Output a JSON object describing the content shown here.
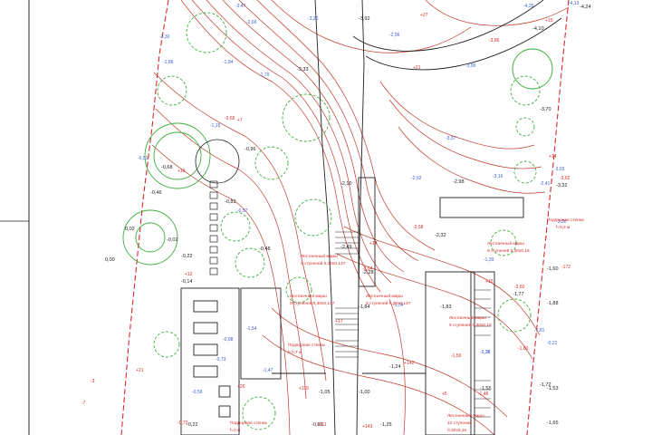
{
  "colors": {
    "contour": "#c0392b",
    "tree": "#3fae3f",
    "level_black": "#1a1a1a",
    "level_blue": "#3c5fd0",
    "level_red": "#d42a2a",
    "boundary": "#d42a2a",
    "structure": "#222222"
  },
  "levels_black": [
    {
      "t": "-4,24"
    },
    {
      "t": "-4,10"
    },
    {
      "t": "-3,92"
    },
    {
      "t": "-3,33"
    },
    {
      "t": "-3,70"
    },
    {
      "t": "-3,32"
    },
    {
      "t": "-2,98"
    },
    {
      "t": "-2,32"
    },
    {
      "t": "-2,10"
    },
    {
      "t": "-2,49"
    },
    {
      "t": "-2,28"
    },
    {
      "t": "-1,84"
    },
    {
      "t": "-1,83"
    },
    {
      "t": "-1,77"
    },
    {
      "t": "-1,60"
    },
    {
      "t": "-1,53"
    },
    {
      "t": "-1,55"
    },
    {
      "t": "-1,65"
    },
    {
      "t": "-1,72"
    },
    {
      "t": "-0,96"
    },
    {
      "t": "-0,68"
    },
    {
      "t": "-0,46"
    },
    {
      "t": "-0,83"
    },
    {
      "t": "-0,48"
    },
    {
      "t": "-0,22"
    },
    {
      "t": "-0,14"
    },
    {
      "t": "-0,02"
    },
    {
      "t": "0,02"
    },
    {
      "t": "0,00"
    },
    {
      "t": "-1,05"
    },
    {
      "t": "-1,00"
    },
    {
      "t": "-1,24"
    },
    {
      "t": "-1,25"
    },
    {
      "t": "-0,22"
    },
    {
      "t": "-0,96"
    },
    {
      "t": "-1,88"
    }
  ],
  "levels_blue": [
    {
      "t": "-4,13"
    },
    {
      "t": "-4,25"
    },
    {
      "t": "-3,90"
    },
    {
      "t": "-3,37"
    },
    {
      "t": "-3,47"
    },
    {
      "t": "-3,26"
    },
    {
      "t": "-2,96"
    },
    {
      "t": "-2,66"
    },
    {
      "t": "-2,30"
    },
    {
      "t": "-1,86"
    },
    {
      "t": "-1,70"
    },
    {
      "t": "-1,84"
    },
    {
      "t": "-1,15"
    },
    {
      "t": "-0,51"
    },
    {
      "t": "-0,57"
    },
    {
      "t": "-0,59"
    },
    {
      "t": "-0,73"
    },
    {
      "t": "-0,98"
    },
    {
      "t": "-3,16"
    },
    {
      "t": "-2,92"
    },
    {
      "t": "-3,50"
    },
    {
      "t": "-3,03"
    },
    {
      "t": "-2,41"
    },
    {
      "t": "-1,39"
    },
    {
      "t": "-1,34"
    },
    {
      "t": "-1,36"
    },
    {
      "t": "-1,38"
    },
    {
      "t": "-1,54"
    },
    {
      "t": "-1,47"
    },
    {
      "t": "-1,81"
    },
    {
      "t": "-0,21"
    }
  ],
  "levels_red": [
    {
      "t": "+27"
    },
    {
      "t": "+10"
    },
    {
      "t": "+21"
    },
    {
      "t": "+14"
    },
    {
      "t": "+7"
    },
    {
      "t": "+16"
    },
    {
      "t": "+12"
    },
    {
      "t": "+14"
    },
    {
      "t": "-172"
    },
    {
      "t": "+15"
    },
    {
      "t": "+17"
    },
    {
      "t": "+26"
    },
    {
      "t": "+115"
    },
    {
      "t": "+111"
    },
    {
      "t": "+143"
    },
    {
      "t": "+142"
    },
    {
      "t": "-3"
    },
    {
      "t": "-7"
    },
    {
      "t": "+21"
    },
    {
      "t": "+5"
    },
    {
      "t": "-3,86"
    },
    {
      "t": "-3,64"
    },
    {
      "t": "-3,58"
    },
    {
      "t": "-3,62"
    },
    {
      "t": "-3,60"
    },
    {
      "t": "-1,60"
    },
    {
      "t": "-1,50"
    },
    {
      "t": "-1,46"
    },
    {
      "t": "-0,73"
    },
    {
      "t": "-0,65"
    }
  ],
  "annotations": [
    {
      "t": "Подпорная стенка"
    },
    {
      "t": "h 0,3 м"
    },
    {
      "t": "Лестничный марш"
    },
    {
      "t": "9 ступеней 0,30х0,137"
    },
    {
      "t": "Лестничный марш"
    },
    {
      "t": "8 ступеней 0,30х0,137"
    },
    {
      "t": "Лестничный марш"
    },
    {
      "t": "9 ступеней 0,30х0,137"
    },
    {
      "t": "Лестничный марш"
    },
    {
      "t": "9 ступеней 0,30х0,16"
    },
    {
      "t": "Лестничный марш"
    },
    {
      "t": "9 ступеней 0,30х0,16"
    },
    {
      "t": "Подпорная стенка"
    },
    {
      "t": "h 0,7 м"
    },
    {
      "t": "Лестничный марш"
    },
    {
      "t": "10 ступеней"
    },
    {
      "t": "0,30х0,16"
    },
    {
      "t": "Подпорная стенка"
    },
    {
      "t": "h 0 м"
    }
  ]
}
